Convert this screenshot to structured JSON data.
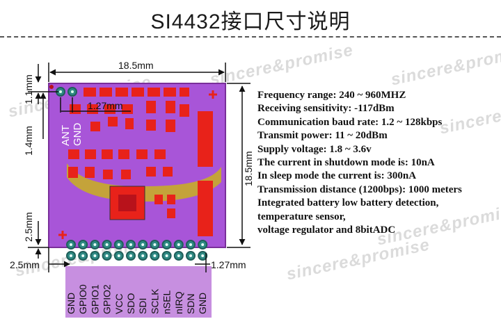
{
  "title": "SI4432接口尺寸说明",
  "dimensions": {
    "board_width": "18.5mm",
    "board_height": "18.5mm",
    "top_margin": "1.1mm",
    "ant_pitch": "1.27mm",
    "ant_offset": "1.4mm",
    "bottom_margin": "2.5mm",
    "left_margin": "2.5mm",
    "pin_pitch": "1.27mm"
  },
  "top_pins": [
    "ANT",
    "GND"
  ],
  "bottom_pins": [
    "GND",
    "GPIO0",
    "GPIO1",
    "GPIO2",
    "VCC",
    "SDO",
    "SDI",
    "SCLK",
    "nSEL",
    "nIRQ",
    "SDN",
    "GND"
  ],
  "specs": [
    "Frequency range: 240 ~ 960MHZ",
    "Receiving sensitivity: -117dBm",
    "Communication baud rate: 1.2 ~ 128kbps",
    "Transmit power: 11 ~ 20dBm",
    "Supply voltage: 1.8 ~ 3.6v",
    "The current in shutdown mode is: 10nA",
    "In sleep mode the current is: 300nA",
    "Transmission distance (1200bps): 1000 meters",
    "Integrated battery low battery detection,",
    "temperature sensor,",
    "voltage regulator and 8bitADC"
  ],
  "watermark": "sincere&promise",
  "colors": {
    "board": "#a855d8",
    "board_outline": "#7a2f9a",
    "pad": "#e8221a",
    "copper": "#c9b21e",
    "pin": "#2f8a84",
    "label_bg": "#c78fe0"
  },
  "icons": [
    "plus-icon"
  ]
}
